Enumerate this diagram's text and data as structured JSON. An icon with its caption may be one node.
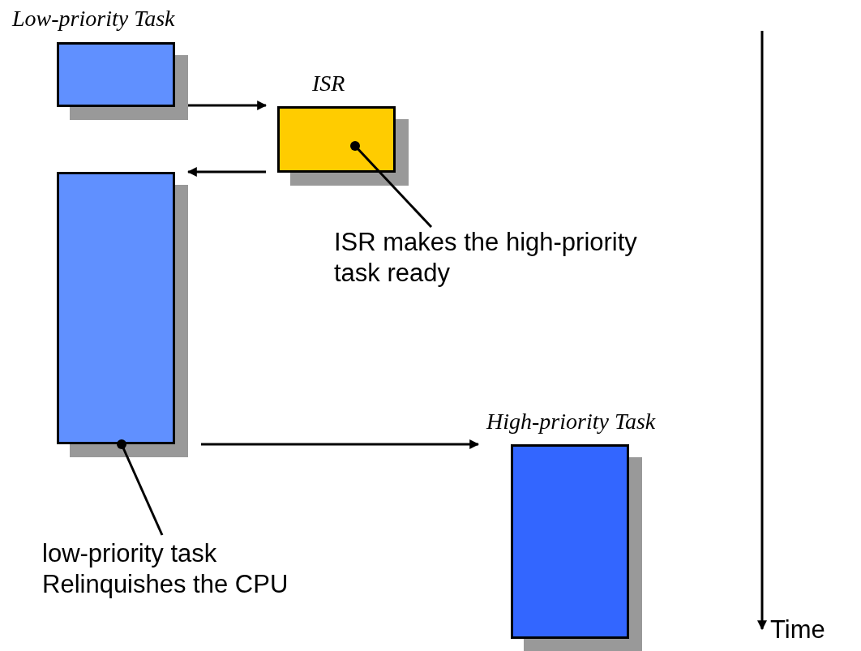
{
  "diagram": {
    "nodes": [
      {
        "text": [
          "Low-priority Task"
        ]
      },
      {
        "text": [
          "ISR"
        ]
      },
      {
        "text": [],
        "shape": "box"
      },
      {
        "text": [
          "High-priority Task"
        ]
      },
      {
        "text": [
          "ISR makes the high-priority task ready"
        ]
      },
      {
        "text": [
          "low-priority task Relinquishes the CPU"
        ]
      }
    ],
    "edges": [
      {
        "from": 0,
        "to": 1,
        "arrow": "to"
      },
      {
        "from": 1,
        "to": 2,
        "arrow": "to"
      },
      {
        "from": 2,
        "to": 3,
        "arrow": "to"
      },
      {
        "from": 4,
        "to": 1,
        "arrow": "other"
      },
      {
        "from": 5,
        "to": 2,
        "arrow": "other"
      }
    ],
    "labels": [
      "Time"
    ]
  }
}
